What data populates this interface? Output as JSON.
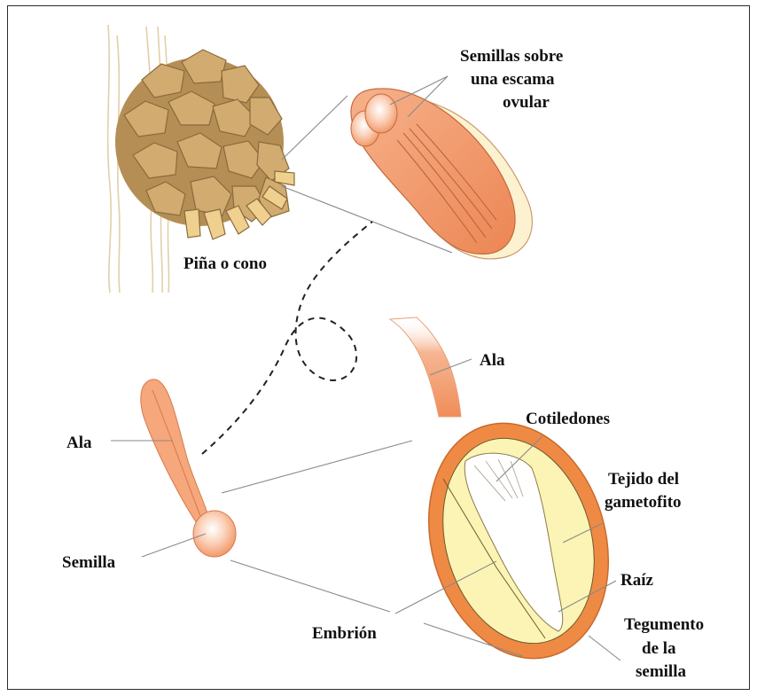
{
  "labels": {
    "cone": "Piña o cono",
    "scale_line1": "Semillas sobre",
    "scale_line2": "una escama",
    "scale_line3": "ovular",
    "wing_small": "Ala",
    "seed_small": "Semilla",
    "wing_large": "Ala",
    "cotyledons": "Cotiledones",
    "tissue_line1": "Tejido del",
    "tissue_line2": "gametofito",
    "root": "Raíz",
    "embryo": "Embrión",
    "coat_line1": "Tegumento",
    "coat_line2": "de la",
    "coat_line3": "semilla"
  },
  "colors": {
    "seed_orange": "#f0a070",
    "coat_orange": "#ef8a45",
    "tissue_yellow": "#fbf4b4",
    "cone_tan": "#c9a46a",
    "bark_line": "#e3cfa8"
  }
}
